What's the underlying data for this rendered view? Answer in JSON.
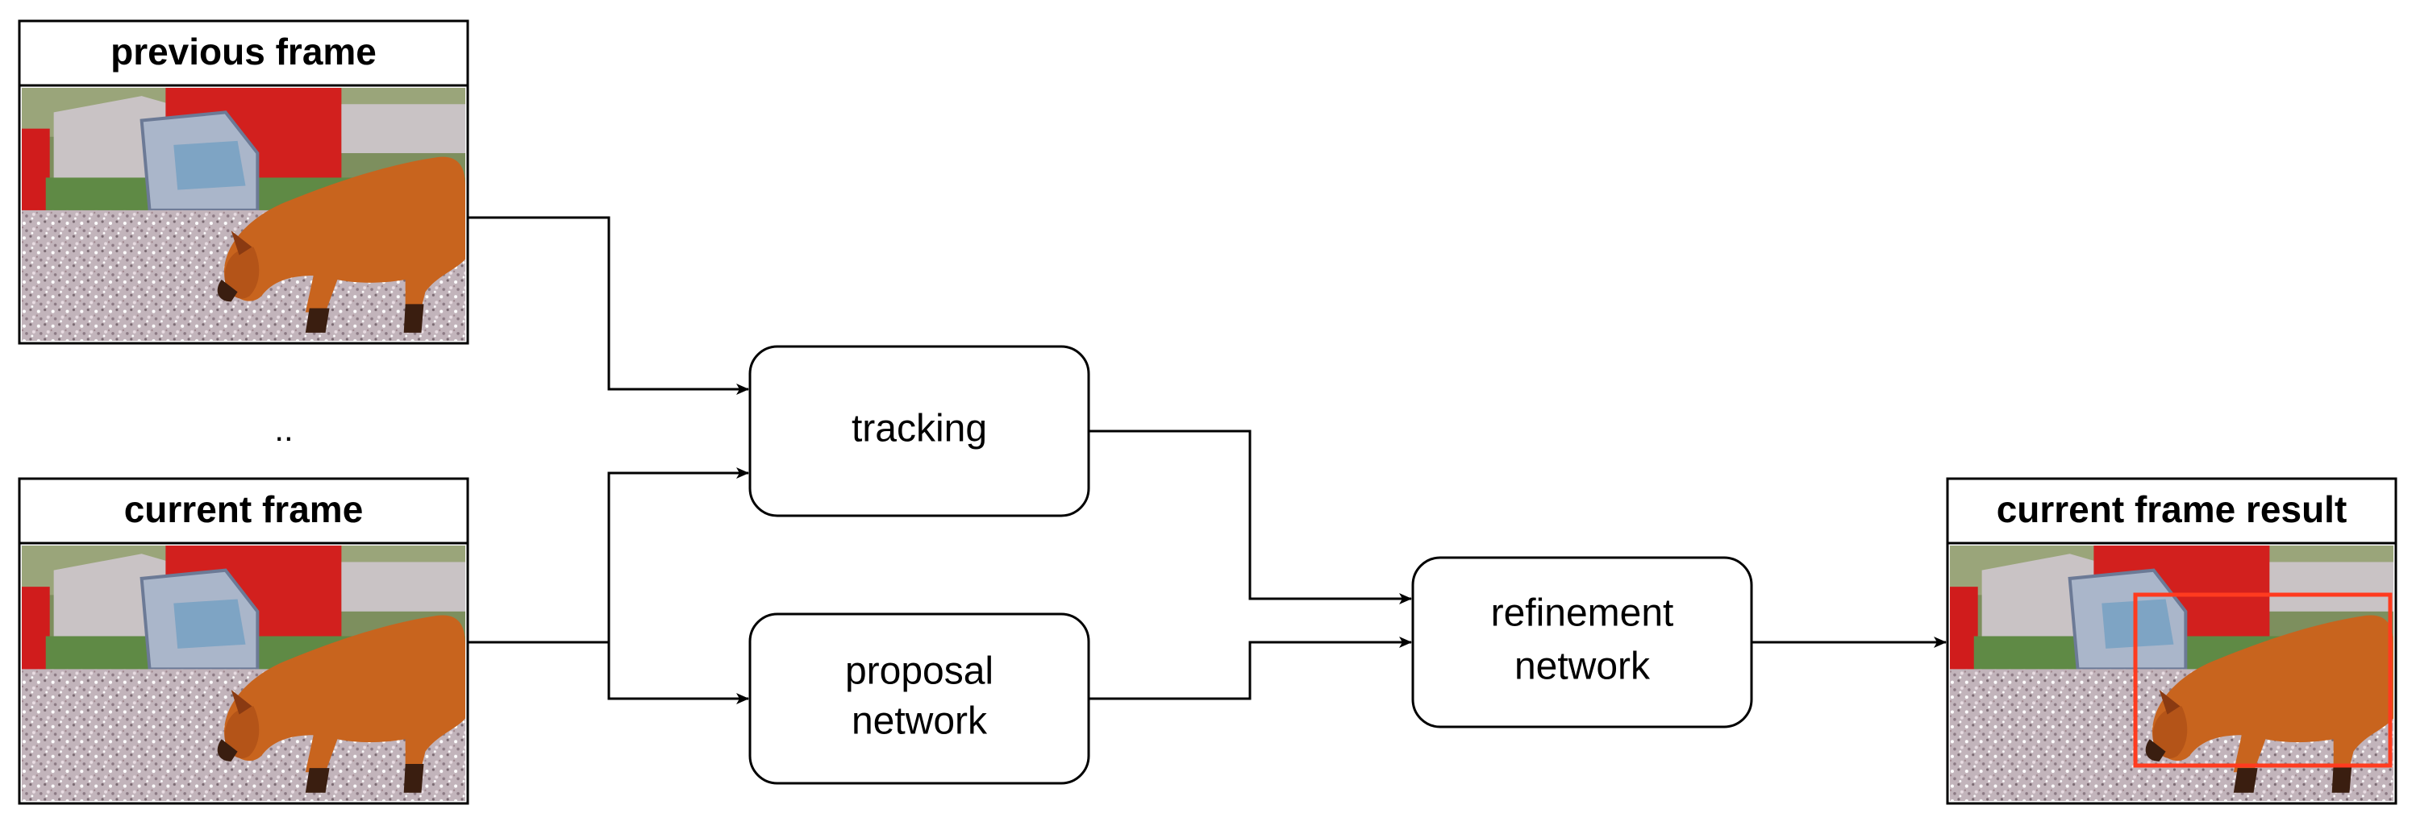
{
  "frames": {
    "previous": {
      "title": "previous frame"
    },
    "current": {
      "title": "current frame"
    },
    "result": {
      "title": "current frame result"
    },
    "ellipsis": ".."
  },
  "nodes": {
    "tracking": {
      "lines": [
        "tracking"
      ]
    },
    "proposal": {
      "lines": [
        "proposal",
        "network"
      ]
    },
    "refinement": {
      "lines": [
        "refinement",
        "network"
      ]
    }
  },
  "colors": {
    "stroke": "#000000",
    "box_fill": "#ffffff",
    "result_bbox": "#ff3b1f",
    "fox": "#c8641e",
    "fox_dark": "#8a3a12",
    "gravel": "#b8a8b0",
    "truck_red": "#d01c1c",
    "grass": "#6a8a4a",
    "tent": "#b0b0b0",
    "jerrycan": "#a8b4c8",
    "sky": "#8a9a6a"
  }
}
